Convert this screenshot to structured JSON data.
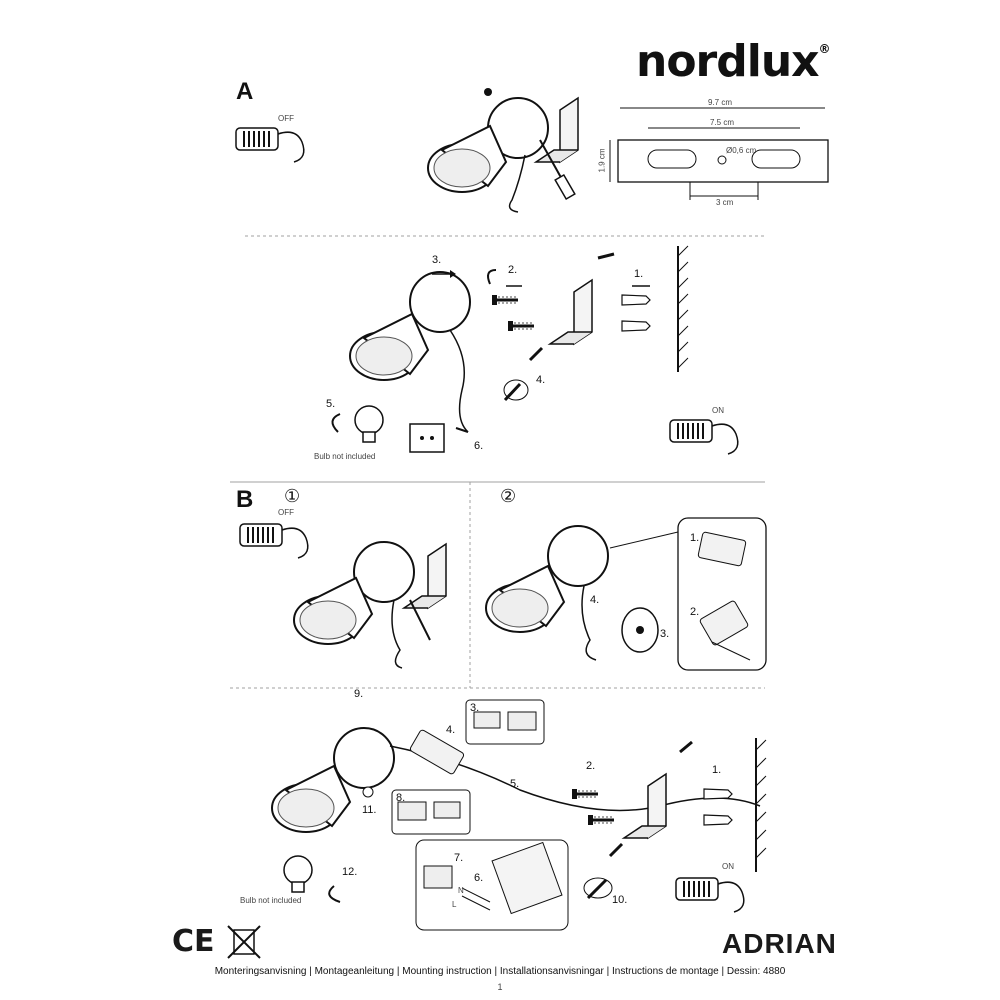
{
  "brand": {
    "name": "nordlux",
    "registered": "®"
  },
  "sections": {
    "a": "A",
    "b": "B",
    "b_step1": "①",
    "b_step2": "②"
  },
  "bracket_dims": {
    "total_width": "9.7 cm",
    "slot_span": "7.5 cm",
    "hole": "Ø0,6 cm",
    "height": "1.9 cm",
    "center": "3 cm"
  },
  "switch": {
    "off": "OFF",
    "on": "ON"
  },
  "steps_a": {
    "s1": "1.",
    "s2": "2.",
    "s3": "3.",
    "s4": "4.",
    "s5": "5.",
    "s6": "6."
  },
  "steps_b2": {
    "s1": "1.",
    "s2": "2.",
    "s3": "3.",
    "s4": "4."
  },
  "steps_b": {
    "s1": "1.",
    "s2": "2.",
    "s3": "3.",
    "s4": "4.",
    "s5": "5.",
    "s6": "6.",
    "s7": "7.",
    "s8": "8.",
    "s9": "9.",
    "s10": "10.",
    "s11": "11.",
    "s12": "12."
  },
  "wire_labels": {
    "n": "N",
    "l": "L"
  },
  "bulb_note": "Bulb not included",
  "product_name": "ADRIAN",
  "footer": "Monteringsanvisning | Montageanleitung | Mounting instruction | Installationsanvisningar | Instructions de montage | Dessin: 4880",
  "page_number": "1",
  "marks": {
    "ce": "CE"
  }
}
